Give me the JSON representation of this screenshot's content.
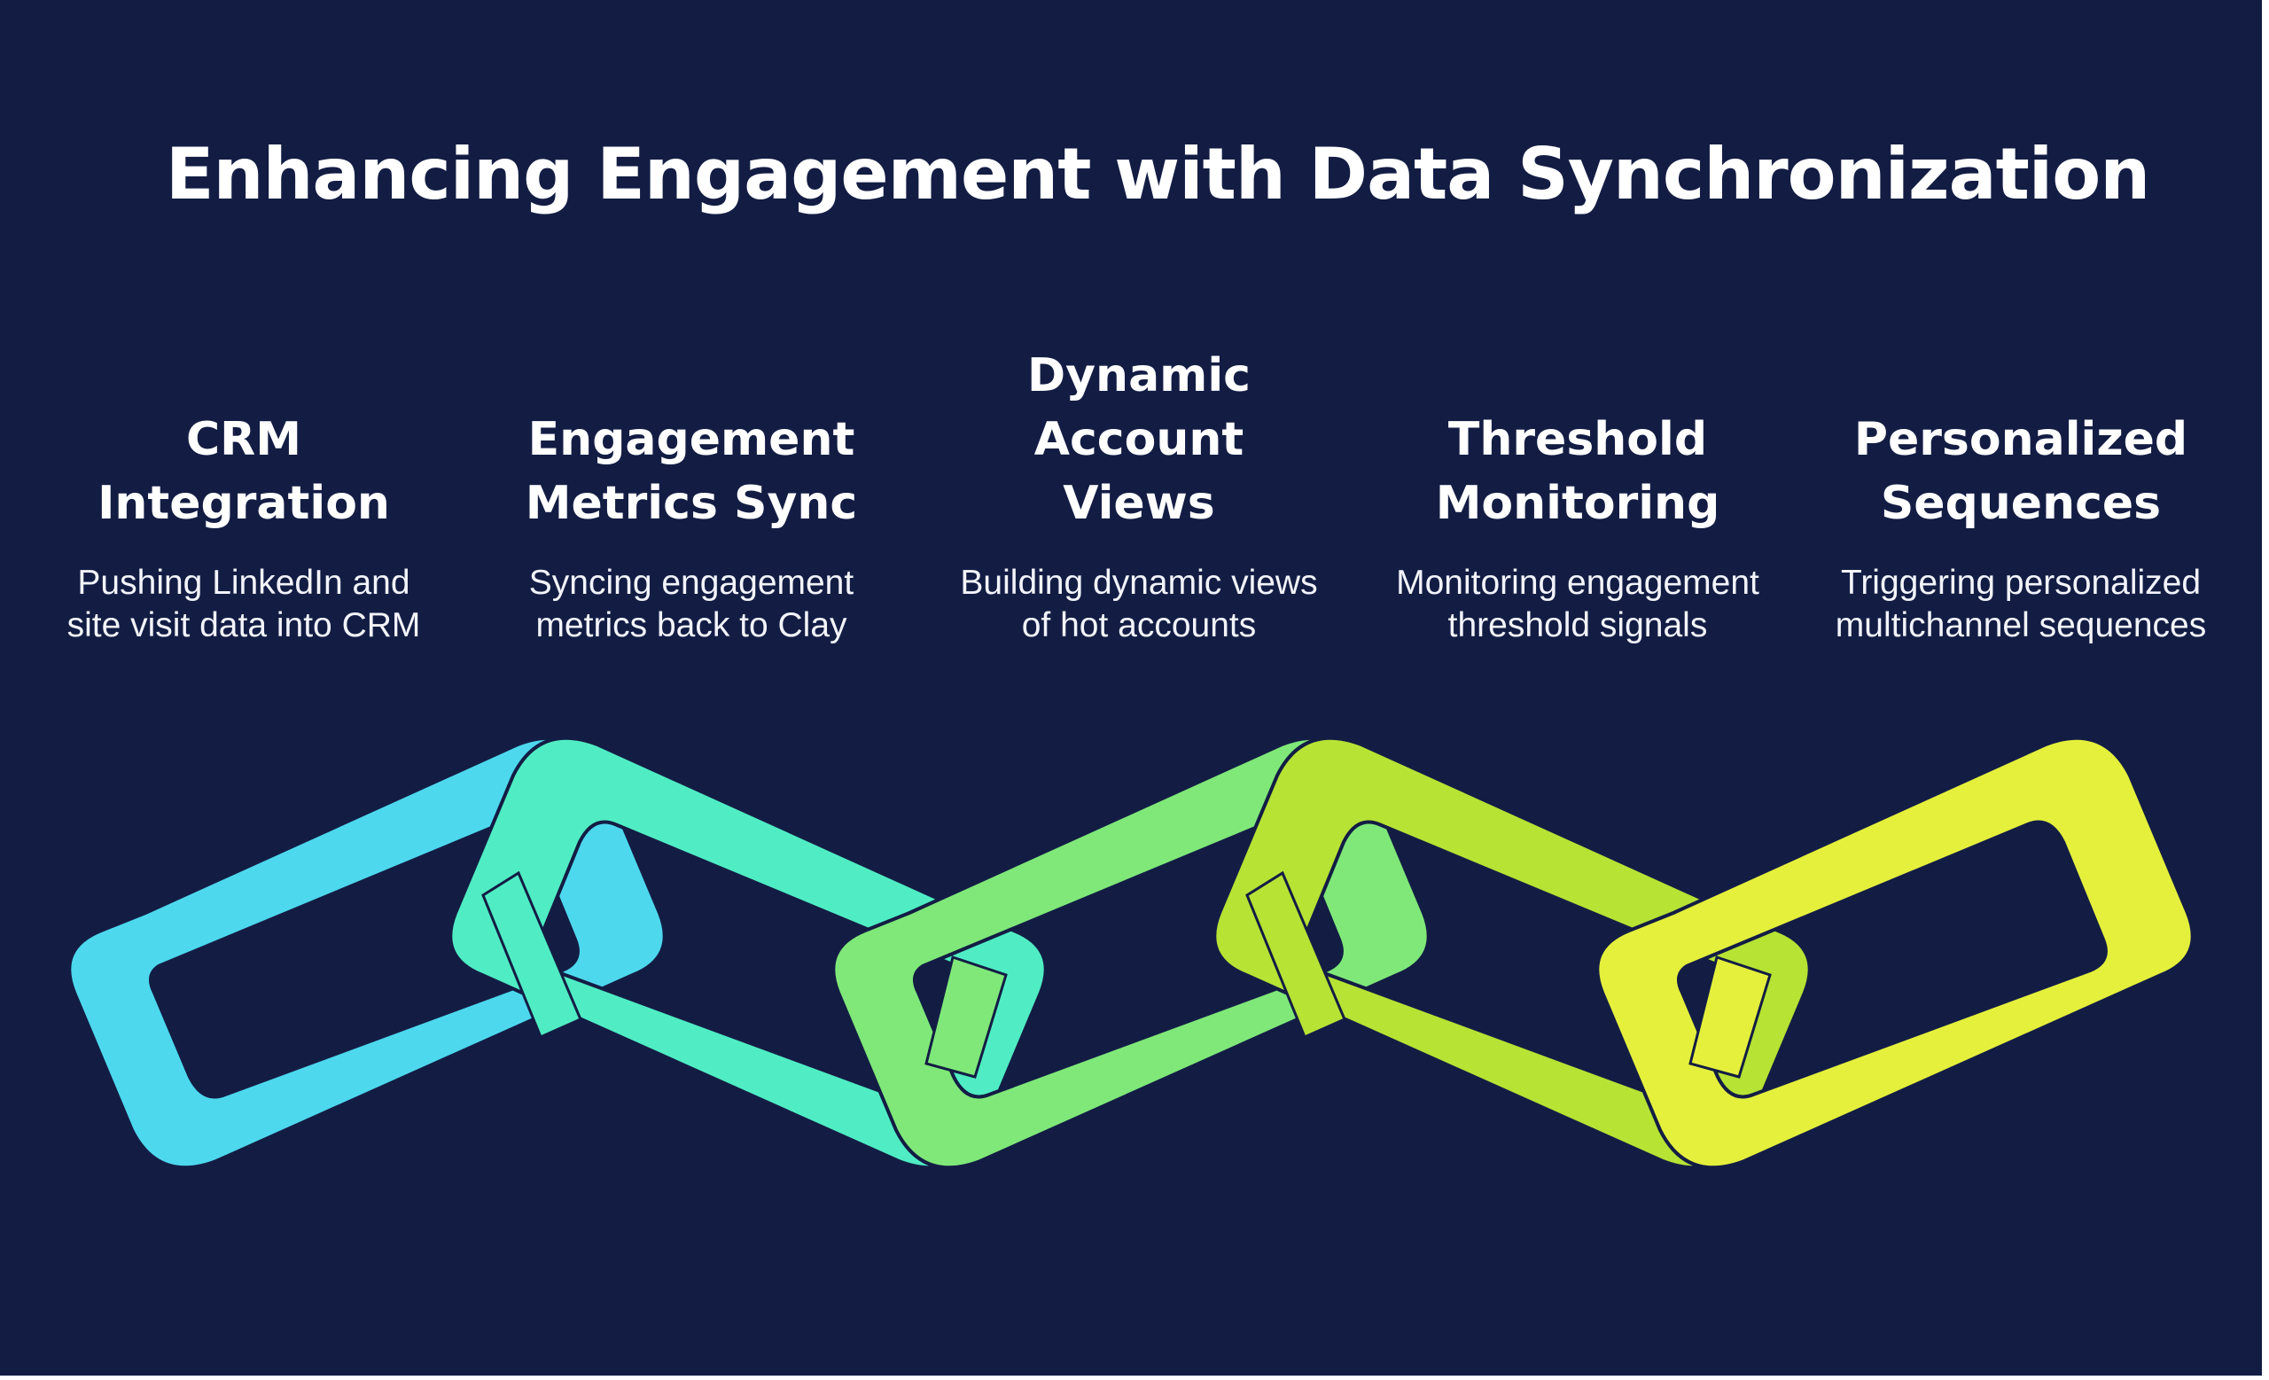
{
  "title": "Enhancing Engagement with Data Synchronization",
  "steps": [
    {
      "heading": "CRM Integration",
      "description": "Pushing LinkedIn and site visit data into CRM",
      "color": "#4dd8ee"
    },
    {
      "heading": "Engagement Metrics Sync",
      "description": "Syncing engagement metrics back to Clay",
      "color": "#50edc4"
    },
    {
      "heading": "Dynamic Account Views",
      "description": "Building dynamic views of hot accounts",
      "color": "#7fe879"
    },
    {
      "heading": "Threshold Monitoring",
      "description": "Monitoring engagement threshold signals",
      "color": "#b6e334"
    },
    {
      "heading": "Personalized Sequences",
      "description": "Triggering personalized multichannel sequences",
      "color": "#e4f03c"
    }
  ]
}
